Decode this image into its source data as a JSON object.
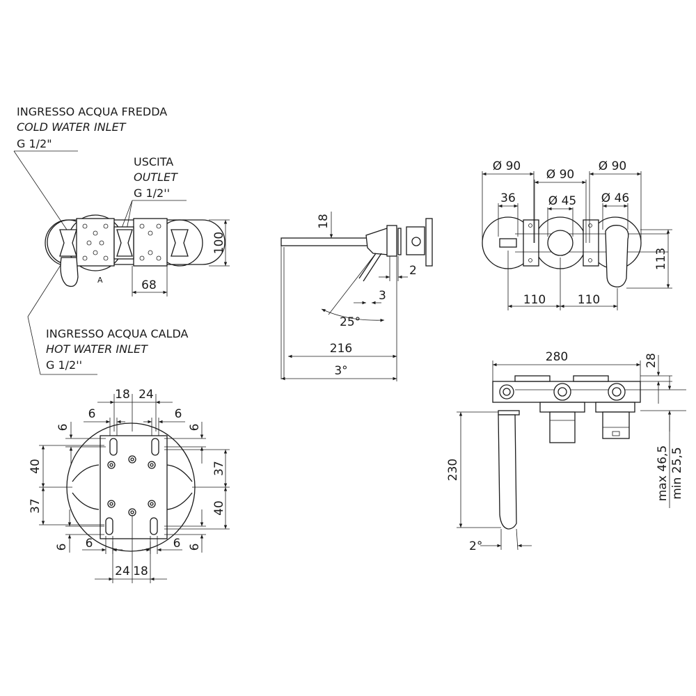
{
  "notes": {
    "cold_inlet": {
      "it": "INGRESSO ACQUA FREDDA",
      "en": "COLD WATER INLET",
      "thread": "G 1/2\""
    },
    "outlet": {
      "it": "USCITA",
      "en": "OUTLET",
      "thread": "G 1/2''"
    },
    "hot_inlet": {
      "it": "INGRESSO ACQUA CALDA",
      "en": "HOT WATER INLET",
      "thread": "G 1/2''"
    },
    "marker_a": "A"
  },
  "front_view": {
    "d100": "100",
    "d68": "68"
  },
  "side_view": {
    "d18": "18",
    "d2": "2",
    "d3": "3",
    "a25": "25°",
    "d216": "216",
    "a3": "3°"
  },
  "plan_view": {
    "dia90_left": "Ø 90",
    "dia90_mid": "Ø 90",
    "dia90_right": "Ø 90",
    "d36": "36",
    "dia45": "Ø 45",
    "dia46": "Ø 46",
    "d110_left": "110",
    "d110_right": "110",
    "d113": "113"
  },
  "plate_view": {
    "d18_top": "18",
    "d24_top": "24",
    "d6_tl": "6",
    "d6_tr": "6",
    "d6_ltop": "6",
    "d6_rtop": "6",
    "d40_l": "40",
    "d37_l": "37",
    "d37_r": "37",
    "d40_r": "40",
    "d6_bl": "6",
    "d6_br": "6",
    "d6_lbot": "6",
    "d6_rbot": "6",
    "d24_bot": "24",
    "d18_bot": "18"
  },
  "install_view": {
    "d280": "280",
    "d28": "28",
    "d230": "230",
    "a2": "2°",
    "max": "max 46,5",
    "min": "min 25,5"
  }
}
